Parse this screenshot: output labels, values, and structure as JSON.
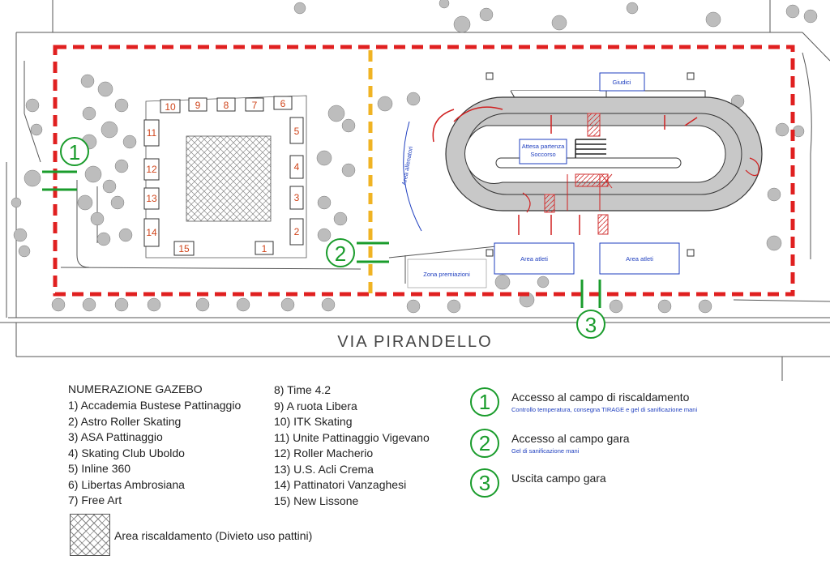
{
  "street": "VIA PIRANDELLO",
  "map_labels": {
    "giudici": "Giudici",
    "attesa": "Attesa partenza",
    "soccorso": "Soccorso",
    "area_allenatori": "Area allenatori",
    "zona_premiazioni": "Zona premiazioni",
    "area_atleti": "Area atleti"
  },
  "gazebo_numbers": [
    "1",
    "2",
    "3",
    "4",
    "5",
    "6",
    "7",
    "8",
    "9",
    "10",
    "11",
    "12",
    "13",
    "14",
    "15"
  ],
  "access_markers": [
    "1",
    "2",
    "3"
  ],
  "legend": {
    "title": "NUMERAZIONE GAZEBO",
    "col1": [
      "1) Accademia Bustese Pattinaggio",
      "2) Astro Roller Skating",
      "3) ASA Pattinaggio",
      "4) Skating Club Uboldo",
      "5) Inline 360",
      "6) Libertas Ambrosiana",
      "7) Free Art"
    ],
    "col2": [
      "8) Time 4.2",
      "9) A ruota Libera",
      "10) ITK Skating",
      "11) Unite Pattinaggio Vigevano",
      "12) Roller Macherio",
      "13) U.S. Acli Crema",
      "14) Pattinatori Vanzaghesi",
      "15) New Lissone"
    ],
    "access": [
      {
        "num": "1",
        "title": "Accesso al campo di riscaldamento",
        "sub": "Controllo temperatura, consegna TIRAGE e gel di sanificazione mani"
      },
      {
        "num": "2",
        "title": "Accesso al campo gara",
        "sub": "Gel di sanificazione mani"
      },
      {
        "num": "3",
        "title": "Uscita campo gara",
        "sub": ""
      }
    ],
    "warmup": "Area riscaldamento (Divieto uso pattini)"
  },
  "colors": {
    "boundary": "#e02020",
    "divider": "#f0b323",
    "access": "#1a9c2c",
    "track": "#c8c8c8",
    "blue_text": "#1f3fbf",
    "gazebo_number": "#d0451b"
  }
}
